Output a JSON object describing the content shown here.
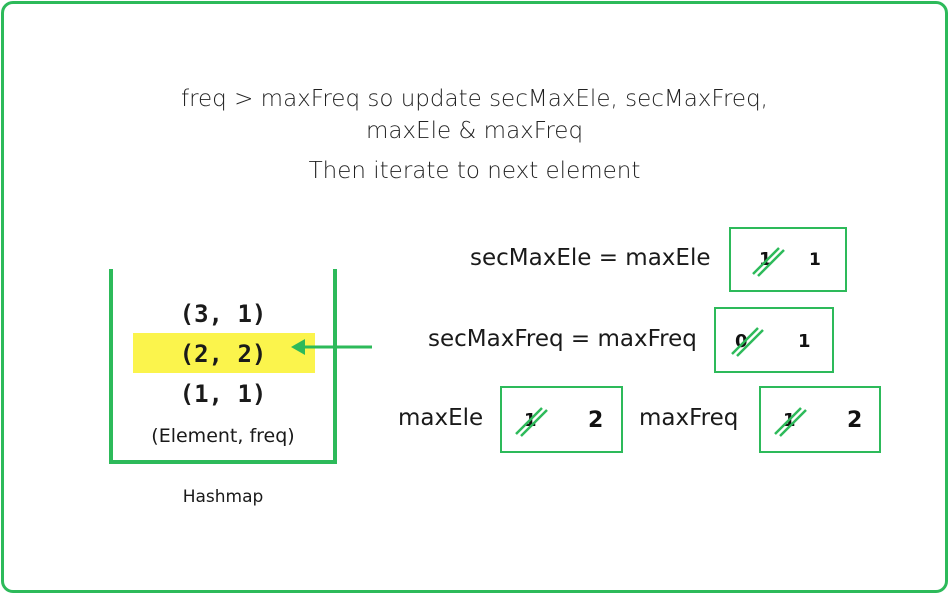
{
  "caption": {
    "line1": "freq > maxFreq so update secMaxEle, secMaxFreq,",
    "line2": "maxEle & maxFreq",
    "line3": "Then iterate to next element"
  },
  "hashmap": {
    "entries": [
      "(3, 1)",
      "(2, 2)",
      "(1, 1)"
    ],
    "highlighted_index": 1,
    "legend": "(Element, freq)",
    "label": "Hashmap"
  },
  "variables": {
    "secMaxEle": {
      "label": "secMaxEle = maxEle",
      "old": "1",
      "new": "1"
    },
    "secMaxFreq": {
      "label": "secMaxFreq = maxFreq",
      "old": "0",
      "new": "1"
    },
    "maxEle": {
      "label": "maxEle",
      "old": "1",
      "new": "2"
    },
    "maxFreq": {
      "label": "maxFreq",
      "old": "1",
      "new": "2"
    }
  },
  "colors": {
    "accent": "#2dba5a",
    "highlight": "#fbf44c"
  }
}
